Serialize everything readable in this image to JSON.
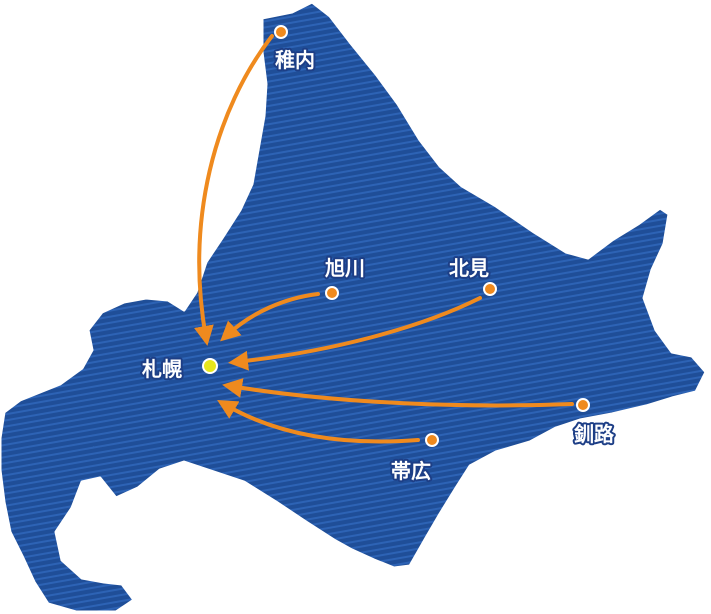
{
  "map": {
    "colors": {
      "land": "#1f4e98",
      "land_stripe": "#2d63b5",
      "land_outline": "#ffffff",
      "route": "#ef8a1e",
      "city_dot": "#ef8a1e",
      "hub_dot": "#e6e61c",
      "label_text": "#ffffff",
      "label_outline": "#1d3e86"
    },
    "hub": {
      "label": "札幌"
    },
    "cities": [
      {
        "id": "wakkanai",
        "label": "稚内"
      },
      {
        "id": "asahikawa",
        "label": "旭川"
      },
      {
        "id": "kitami",
        "label": "北見"
      },
      {
        "id": "kushiro",
        "label": "釧路"
      },
      {
        "id": "obihiro",
        "label": "帯広"
      }
    ]
  }
}
